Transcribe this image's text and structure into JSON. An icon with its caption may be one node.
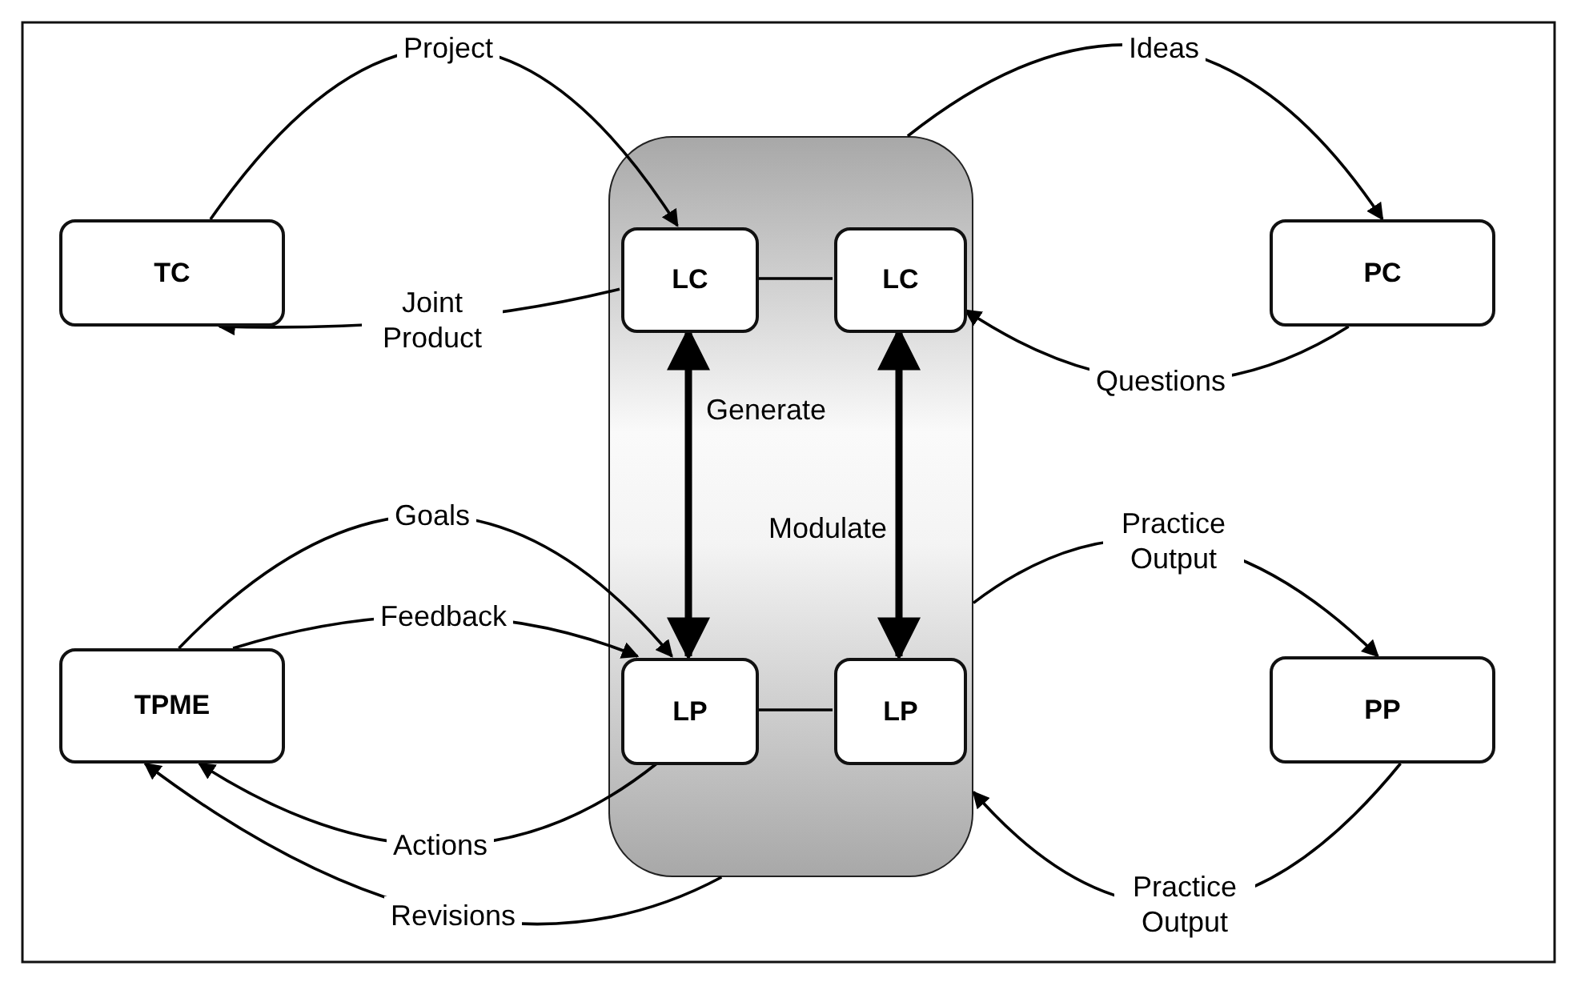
{
  "diagram": {
    "nodes": [
      {
        "text": [],
        "shape": "box"
      },
      {
        "text": [
          "TC"
        ]
      },
      {
        "text": [
          "LC"
        ],
        "in": 0
      },
      {
        "text": [
          "LC"
        ],
        "in": 0
      },
      {
        "text": [
          "PC"
        ]
      },
      {
        "text": [
          "TPME"
        ]
      },
      {
        "text": [
          "LP"
        ],
        "in": 0
      },
      {
        "text": [
          "LP"
        ],
        "in": 0
      },
      {
        "text": [
          "PP"
        ]
      }
    ],
    "edges": [
      {
        "from": 1,
        "to": 2,
        "arrow": "to",
        "label": "Project"
      },
      {
        "from": 2,
        "to": 1,
        "arrow": "to",
        "label": "Joint Product"
      },
      {
        "from": 0,
        "to": 4,
        "arrow": "to",
        "label": "Ideas"
      },
      {
        "from": 4,
        "to": 3,
        "arrow": "to",
        "label": "Questions"
      },
      {
        "from": 2,
        "to": 6,
        "arrow": "both",
        "label": "Generate",
        "style": "thick"
      },
      {
        "from": 3,
        "to": 7,
        "arrow": "both",
        "label": "Modulate",
        "style": "thick"
      },
      {
        "from": 2,
        "to": 3,
        "arrow": "none"
      },
      {
        "from": 6,
        "to": 7,
        "arrow": "none"
      },
      {
        "from": 5,
        "to": 6,
        "arrow": "to",
        "label": "Goals"
      },
      {
        "from": 5,
        "to": 6,
        "arrow": "to",
        "label": "Feedback"
      },
      {
        "from": 6,
        "to": 5,
        "arrow": "to",
        "label": "Actions"
      },
      {
        "from": 0,
        "to": 5,
        "arrow": "to",
        "label": "Revisions"
      },
      {
        "from": 0,
        "to": 8,
        "arrow": "to",
        "label": "Practice Output"
      },
      {
        "from": 8,
        "to": 0,
        "arrow": "to",
        "label": "Practice Output"
      }
    ]
  }
}
